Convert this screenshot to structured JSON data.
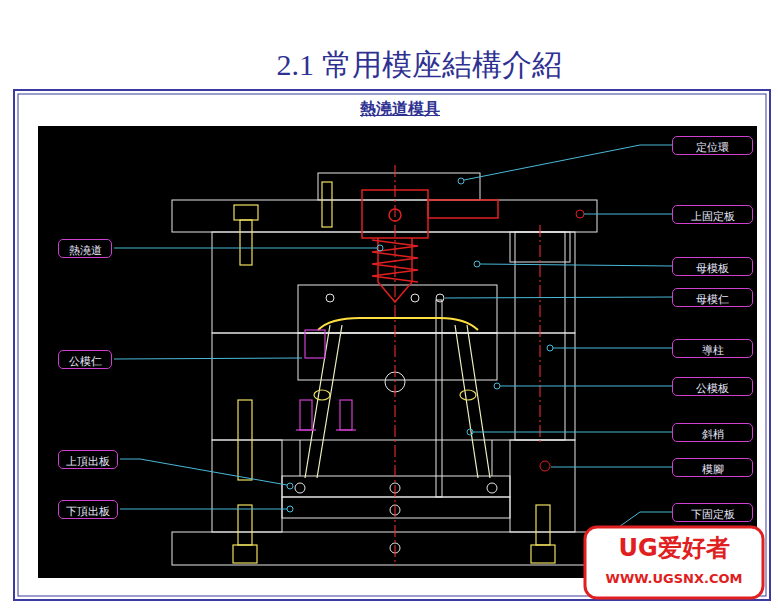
{
  "diagram": {
    "title": "2.1 常用模座結構介紹",
    "nodes": [
      {
        "text": [
          "定位環"
        ]
      },
      {
        "text": [
          "上固定板"
        ]
      },
      {
        "text": [
          "熱澆道"
        ]
      },
      {
        "text": [
          "母模板"
        ]
      },
      {
        "text": [
          "母模仁"
        ]
      },
      {
        "text": [
          "導柱"
        ]
      },
      {
        "text": [
          "公模仁"
        ]
      },
      {
        "text": [
          "公模板"
        ]
      },
      {
        "text": [
          "斜梢"
        ]
      },
      {
        "text": [
          "上頂出板"
        ]
      },
      {
        "text": [
          "模腳"
        ]
      },
      {
        "text": [
          "下頂出板"
        ]
      },
      {
        "text": [
          "下固定板"
        ]
      }
    ],
    "labels": [
      "熱澆道模具",
      "UG爱好者",
      "WWW.UGSNX.COM"
    ]
  }
}
